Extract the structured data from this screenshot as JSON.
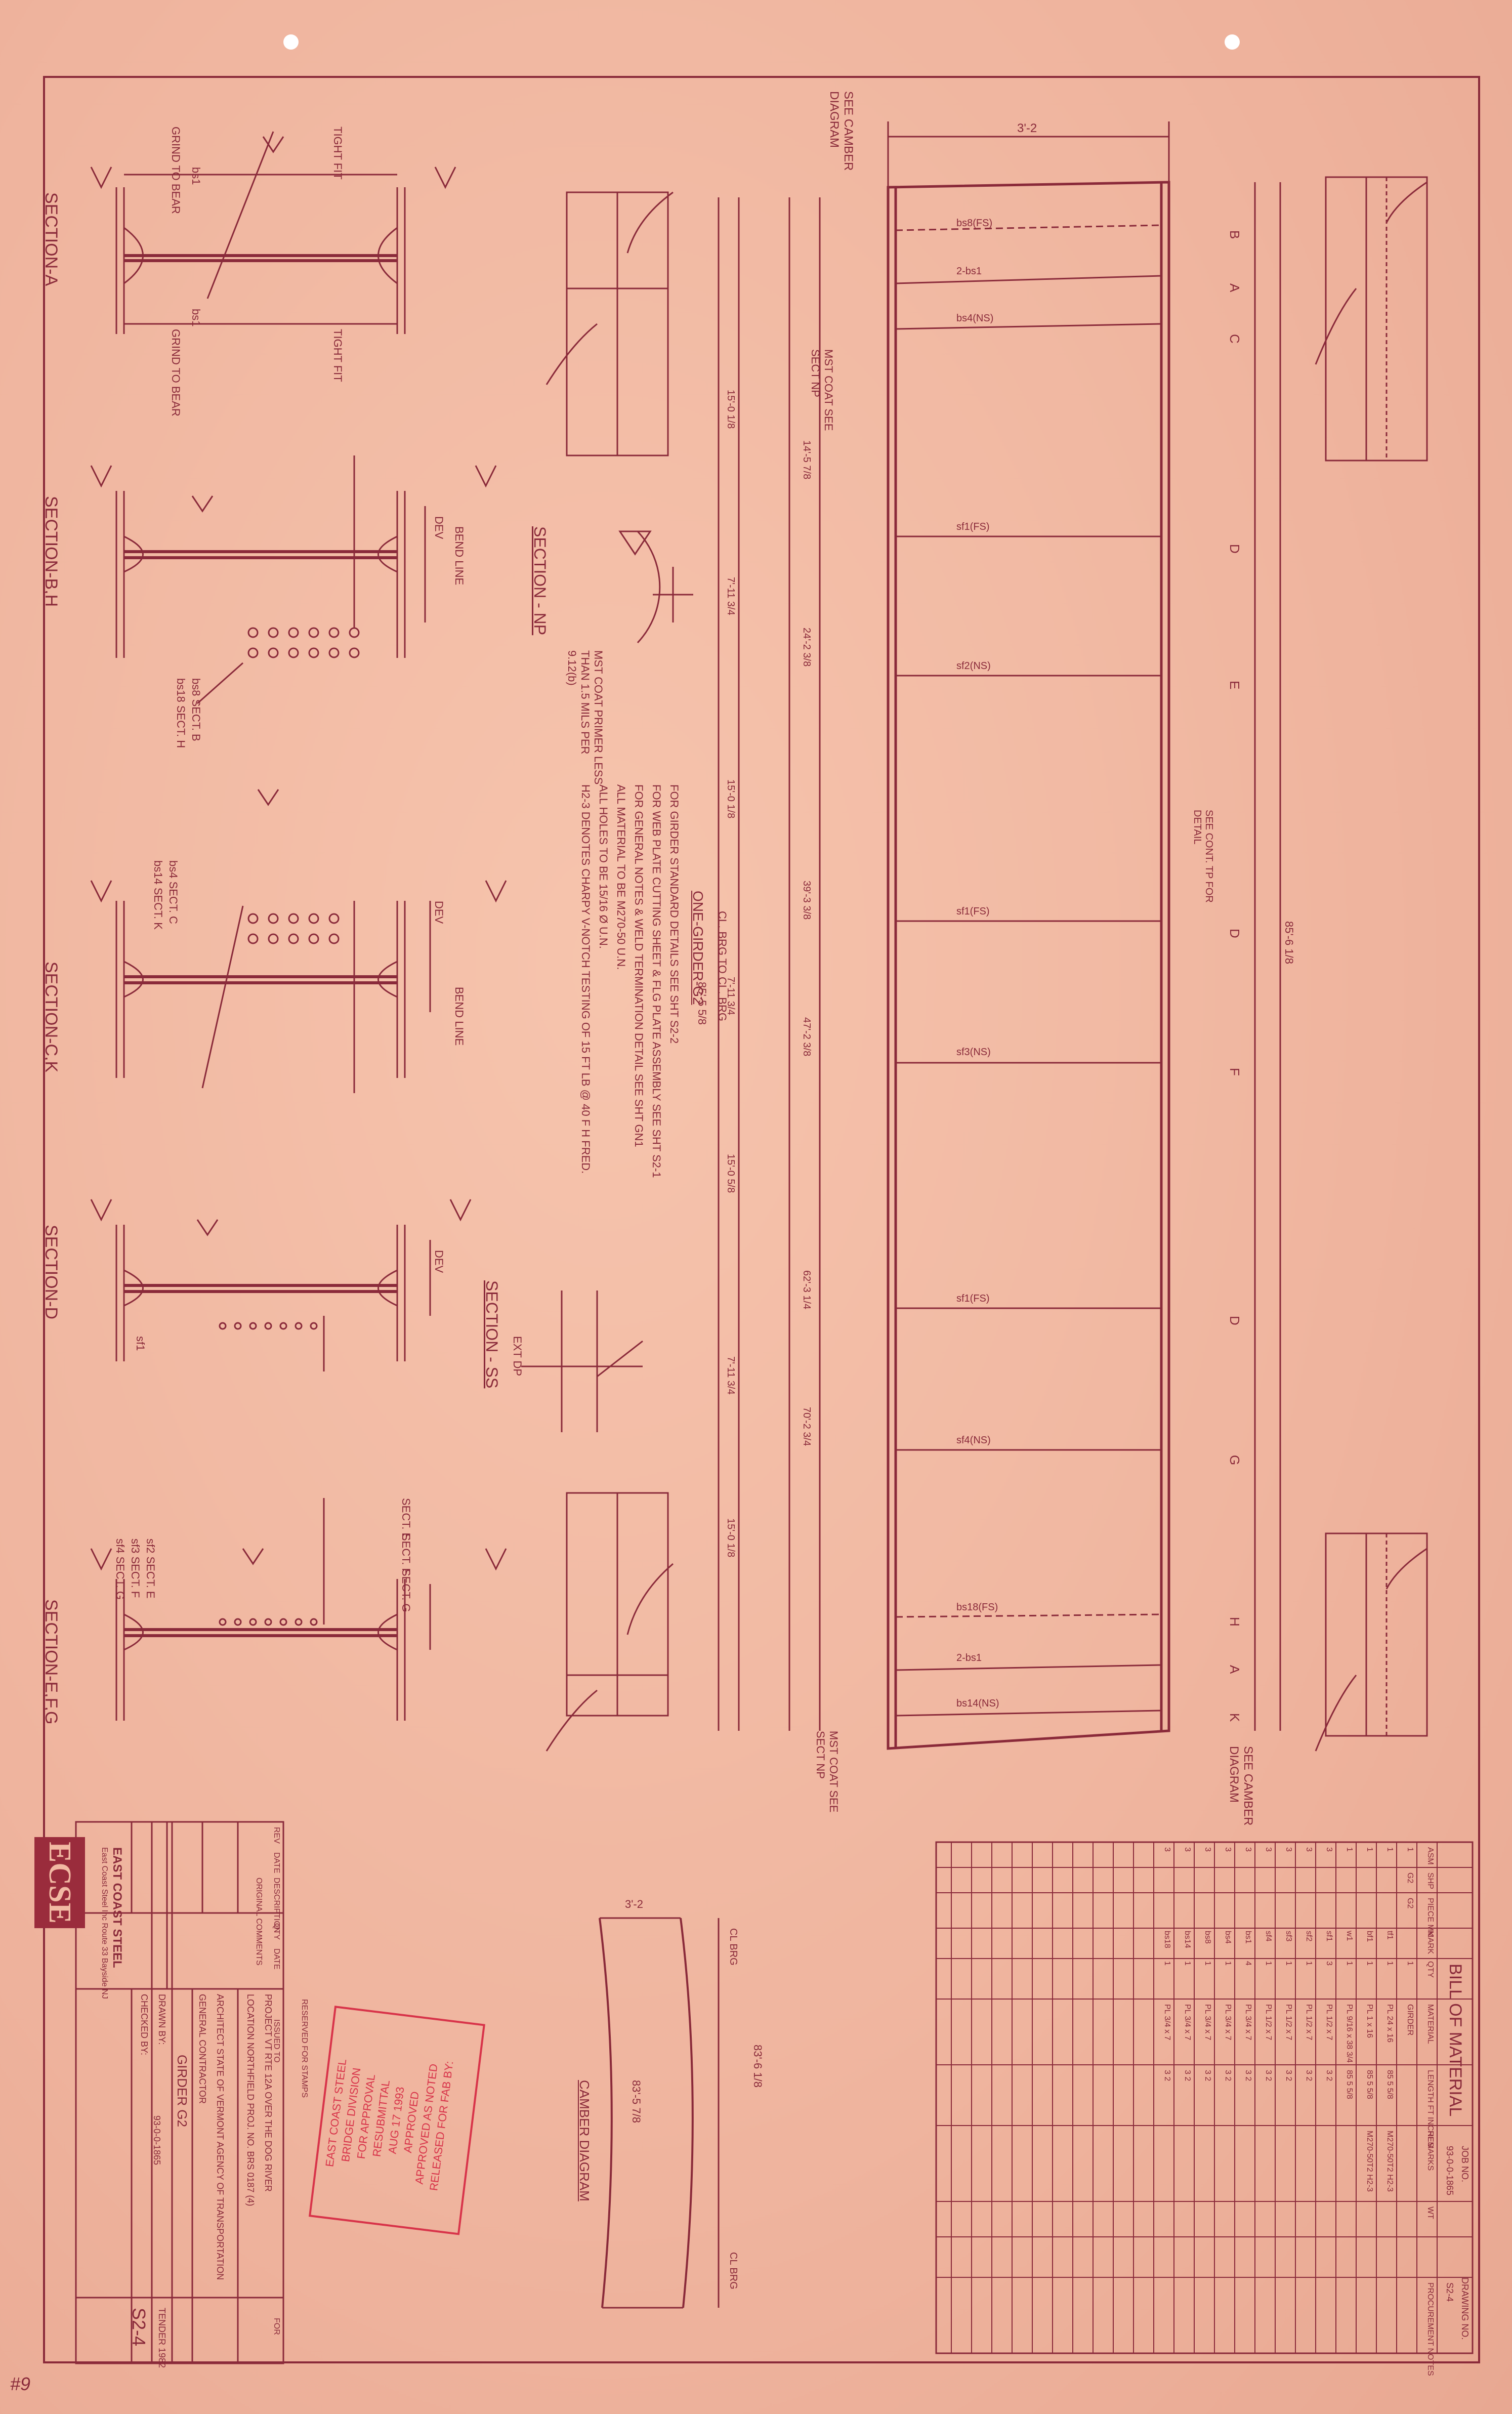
{
  "sections": {
    "a": "SECTION-A",
    "bh": "SECTION-B,H",
    "ck": "SECTION-C,K",
    "d": "SECTION-D",
    "efg": "SECTION-E,F,G",
    "np": "SECTION - NP",
    "ss": "SECTION - SS"
  },
  "weld_labels": {
    "grind_to_bear": "GRIND TO BEAR",
    "tight_fit": "TIGHT FIT",
    "bend_line": "BEND LINE",
    "dev": "DEV",
    "ext_dp": "EXT DP"
  },
  "callouts": {
    "bs1": "bs1",
    "bs8_h": "bs8 SECT. B",
    "bs18_h": "bs18 SECT. H",
    "bs4_c": "bs4 SECT. C",
    "bs14_k": "bs14 SECT. K",
    "sf1": "sf1",
    "sf2_e": "sf2 SECT. E",
    "sf3_f": "sf3 SECT. F",
    "sf4_g": "sf4 SECT. G",
    "sect_e": "SECT. E",
    "sect_f": "SECT. F",
    "sect_g": "SECT. G"
  },
  "notes": {
    "mst_coat": "MST COAT PRIMER LESS THAN 1.5 MILS PER 9.12(b)",
    "title": "ONE-GIRDER-G2",
    "lines": [
      "FOR GIRDER STANDARD DETAILS SEE SHT S2-2",
      "FOR WEB PLATE CUTTING SHEET & FLG PLATE ASSEMBLY SEE SHT S2-1",
      "FOR GENERAL NOTES & WELD TERMINATION DETAIL SEE SHT GN1",
      "ALL MATERIAL TO BE M270-50 U.N.",
      "ALL HOLES TO BE 15/16 Ø U.N.",
      "H2-3 DENOTES CHARPY V-NOTCH TESTING OF 15 FT LB @ 40 F H FRED."
    ]
  },
  "elevation": {
    "see_camber": "SEE CAMBER DIAGRAM",
    "mst_coat_see_np": "MST COAT SEE SECT NP",
    "cl_brg": "CL. BRG TO CL. BRG",
    "length_1": "85'-5 5/8",
    "length_2": "85'-6 1/8",
    "width": "3'-2",
    "stiffeners": [
      "bs8(FS)",
      "2-bs1",
      "bs4(NS)",
      "sf1(FS)",
      "sf2(NS)",
      "sf1(FS)",
      "sf3(NS)",
      "sf1(FS)",
      "sf4(NS)",
      "bs18(FS)",
      "2-bs1",
      "bs14(NS)"
    ],
    "sect_marks": [
      "B",
      "A",
      "C",
      "D",
      "E",
      "D",
      "F",
      "D",
      "G",
      "H",
      "A",
      "K"
    ],
    "see_cont_detail": "SEE CONT. TP FOR DETAIL",
    "dims": [
      "15'-0 1/8",
      "7'-11 3/4",
      "15'-0 1/8",
      "7'-11 3/4",
      "15'-0 5/8",
      "7'-11 3/4",
      "15'-0 1/8",
      "14'-5 7/8",
      "24'-2 3/8",
      "39'-3 3/8",
      "47'-2 3/8",
      "62'-3 1/4",
      "70'-2 3/4"
    ]
  },
  "camber": {
    "title": "CAMBER DIAGRAM",
    "width": "3'-2",
    "cl_brg": "CL BRG",
    "length_a": "83'-5 7/8",
    "length_b": "83'-6 1/8"
  },
  "bom": {
    "title": "BILL OF MATERIAL",
    "job_no_label": "JOB NO.",
    "job_no": "93-0-0-1865",
    "drawing_no_label": "DRAWING NO.",
    "drawing_no": "S2-4",
    "headers": [
      "ASM",
      "SHP",
      "PIECE MK",
      "MARK",
      "QTY",
      "MATERIAL",
      "LENGTH FT INCHES",
      "REMARKS",
      "WT",
      "PROCUREMENT NOTES"
    ],
    "rows": [
      [
        "1",
        "G2",
        "G2",
        "",
        "1",
        "GIRDER",
        "",
        "",
        "",
        ""
      ],
      [
        "1",
        "",
        "",
        "tf1",
        "1",
        "PL 24 x 16",
        "85 5 5/8",
        "M270-50T2 H2-3",
        "",
        ""
      ],
      [
        "1",
        "",
        "",
        "bf1",
        "1",
        "PL 1 x 16",
        "85 5 5/8",
        "M270-50T2 H2-3",
        "",
        ""
      ],
      [
        "1",
        "",
        "",
        "w1",
        "1",
        "PL 9/16 x 38 3/4",
        "85 5 5/8",
        "",
        "",
        ""
      ],
      [
        "3",
        "",
        "",
        "sf1",
        "3",
        "PL 1/2 x 7",
        "3 2",
        "",
        "",
        ""
      ],
      [
        "3",
        "",
        "",
        "sf2",
        "1",
        "PL 1/2 x 7",
        "3 2",
        "",
        "",
        ""
      ],
      [
        "3",
        "",
        "",
        "sf3",
        "1",
        "PL 1/2 x 7",
        "3 2",
        "",
        "",
        ""
      ],
      [
        "3",
        "",
        "",
        "sf4",
        "1",
        "PL 1/2 x 7",
        "3 2",
        "",
        "",
        ""
      ],
      [
        "3",
        "",
        "",
        "bs1",
        "4",
        "PL 3/4 x 7",
        "3 2",
        "",
        "",
        ""
      ],
      [
        "3",
        "",
        "",
        "bs4",
        "1",
        "PL 3/4 x 7",
        "3 2",
        "",
        "",
        ""
      ],
      [
        "3",
        "",
        "",
        "bs8",
        "1",
        "PL 3/4 x 7",
        "3 2",
        "",
        "",
        ""
      ],
      [
        "3",
        "",
        "",
        "bs14",
        "1",
        "PL 3/4 x 7",
        "3 2",
        "",
        "",
        ""
      ],
      [
        "3",
        "",
        "",
        "bs18",
        "1",
        "PL 3/4 x 7",
        "3 2",
        "",
        "",
        ""
      ]
    ]
  },
  "title_block": {
    "company": "EAST COAST STEEL",
    "address": "East Coast Steel Inc Route 33 Bayside NJ",
    "logo": "ECSE",
    "project": "PROJECT VT RTE 12A OVER THE DOG RIVER",
    "location": "LOCATION NORTHFIELD PROJ. NO. BRS 0187 (4)",
    "architect": "ARCHITECT STATE OF VERMONT AGENCY OF TRANSPORTATION",
    "contractor": "GENERAL CONTRACTOR",
    "drawing_title": "GIRDER G2",
    "drawn_by": "DRAWN BY:",
    "checked_by": "CHECKED BY:",
    "job_number": "93-0-0-1865",
    "tender": "TENDER 1982",
    "sheet_number": "S2-4",
    "revision_headers": [
      "REV",
      "DATE",
      "DESCRIPTION"
    ],
    "revision_rows": [
      [
        "",
        "",
        "ORIGINAL COMMENTS"
      ]
    ],
    "issue_headers": [
      "QTY",
      "DATE",
      "ISSUED TO",
      "FOR"
    ],
    "reserved": "RESERVED FOR STAMPS"
  },
  "stamp": {
    "line1": "EAST COAST STEEL",
    "line2": "BRIDGE DIVISION",
    "line3": "FOR APPROVAL",
    "line4": "RESUBMITTAL",
    "date": "AUG 17 1993",
    "approved": "APPROVED",
    "approved_as_noted": "APPROVED AS NOTED",
    "released": "RELEASED FOR FAB BY:"
  },
  "handwritten_page": "#9"
}
